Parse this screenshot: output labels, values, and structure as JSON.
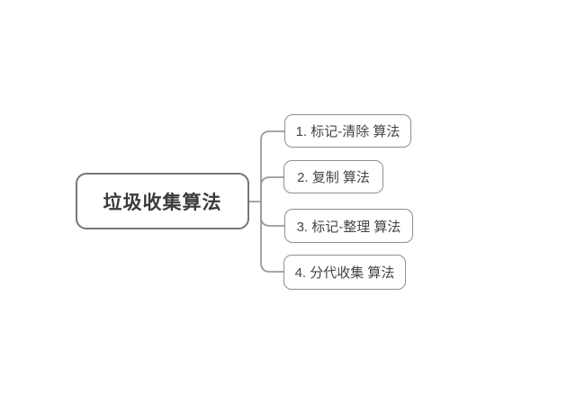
{
  "diagram": {
    "root": {
      "label": "垃圾收集算法"
    },
    "children": [
      {
        "label": "1. 标记-清除 算法"
      },
      {
        "label": "2. 复制 算法"
      },
      {
        "label": "3. 标记-整理 算法"
      },
      {
        "label": "4. 分代收集 算法"
      }
    ],
    "colors": {
      "background": "#ffffff",
      "root_border": "#767676",
      "child_border": "#8f8f8f",
      "connector": "#9a9a9a",
      "text": "#3f3f3f"
    }
  }
}
